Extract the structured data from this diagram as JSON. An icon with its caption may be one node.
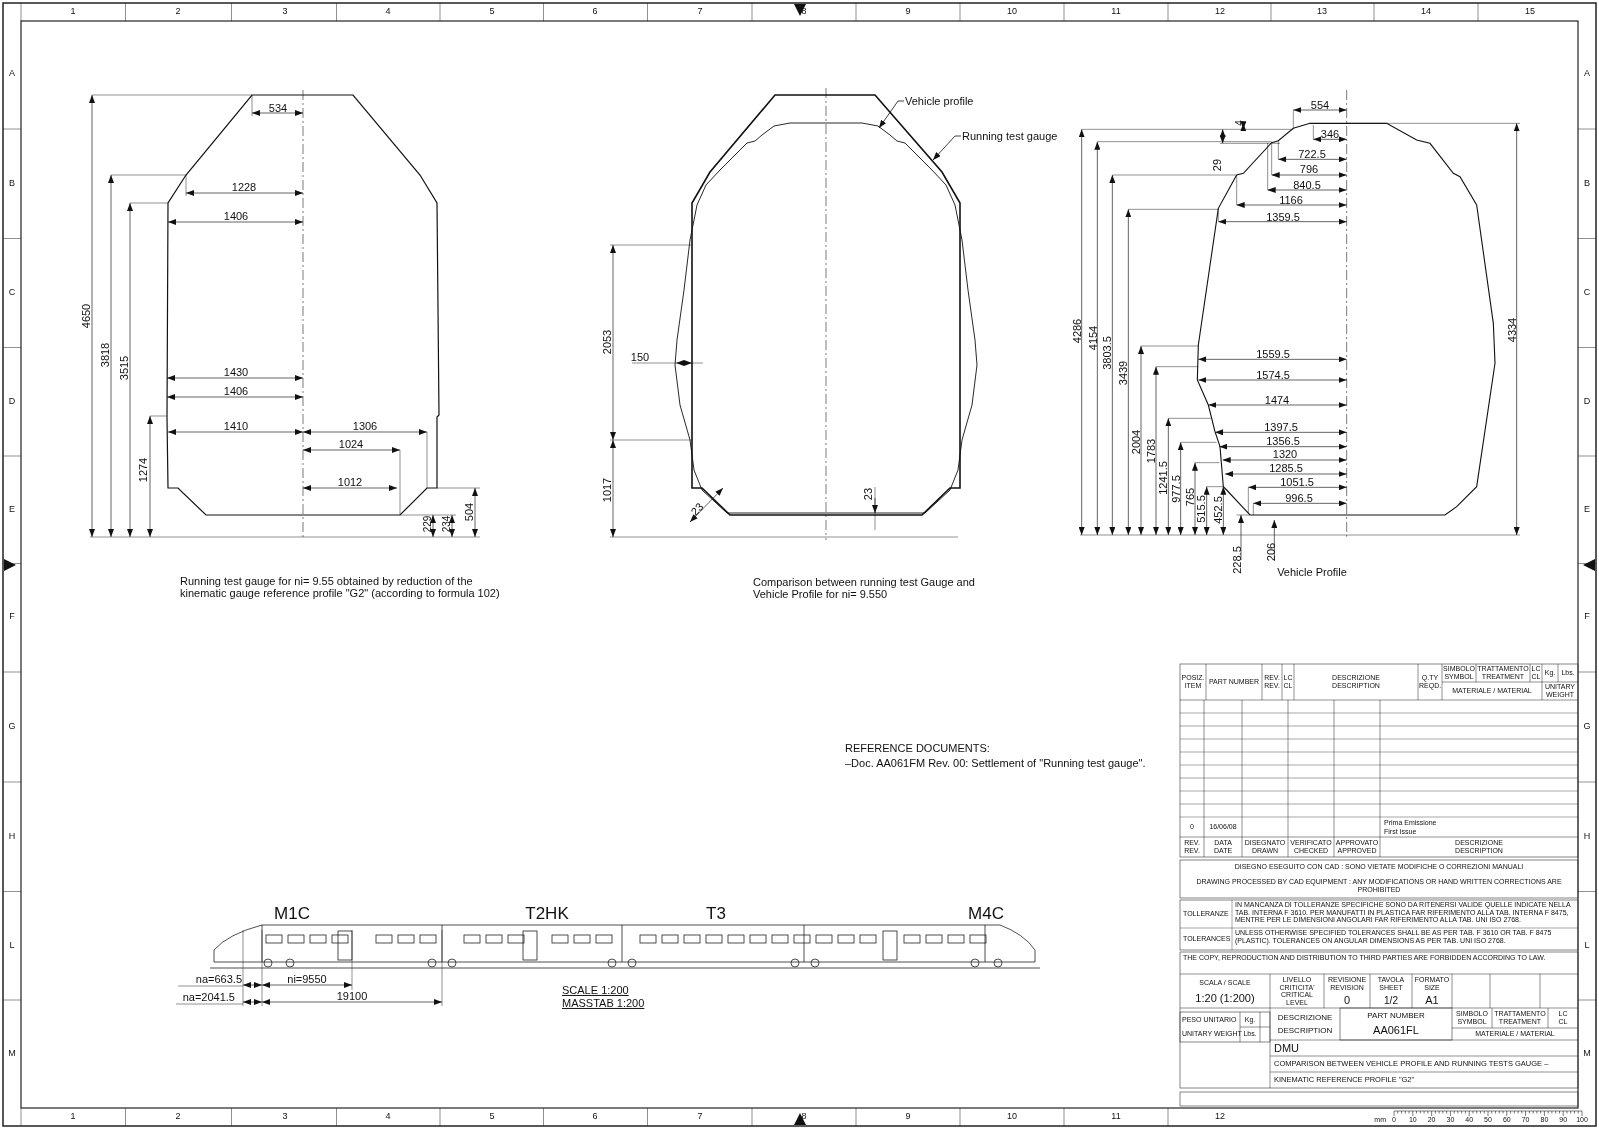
{
  "diagram": {
    "nodes": [
      {
        "text": [
          "Vehicle profile"
        ]
      },
      {
        "text": [
          "Running test gauge"
        ]
      },
      {
        "text": [],
        "shape": "picture"
      },
      {
        "text": [],
        "shape": "picture"
      }
    ],
    "edges": [
      {
        "from": 0,
        "to": 2,
        "arrow": "to"
      },
      {
        "from": 1,
        "to": 3,
        "arrow": "to"
      }
    ],
    "labels": [
      "534",
      "1228",
      "1406",
      "4650",
      "3818",
      "3515",
      "1430",
      "1406",
      "1410",
      "1306",
      "1024",
      "1274",
      "1012",
      "229",
      "234",
      "504",
      "Running test gauge for ni= 9.55 obtained by reduction of the kinematic gauge reference profile \"G2\" (according to formula 102)",
      "2053",
      "150",
      "1017",
      "23",
      "23",
      "Comparison between running test Gauge and Vehicle Profile for ni= 9.550",
      "554",
      "4",
      "346",
      "29",
      "722.5",
      "796",
      "840.5",
      "1166",
      "1359.5",
      "4286",
      "4154",
      "3803.5",
      "3439",
      "4334",
      "1559.5",
      "1574.5",
      "1474",
      "2004",
      "1783",
      "1397.5",
      "1356.5",
      "1320",
      "1285.5",
      "1241.5",
      "977.5",
      "1051.5",
      "765",
      "515.5",
      "452.5",
      "996.5",
      "228.5",
      "206",
      "Vehicle Profile",
      "REFERENCE DOCUMENTS:",
      "–Doc. AA061FM Rev. 00: Settlement of \"Running test gauge\".",
      "M1C",
      "T2HK",
      "T3",
      "M4C",
      "na=663.5",
      "ni=9550",
      "na=2041.5",
      "19100",
      "SCALE 1:200",
      "MASSTAB 1:200",
      "POSIZ. ITEM",
      "PART NUMBER",
      "REV. REV.",
      "LC CL",
      "DESCRIZIONE DESCRIPTION",
      "Q.TY REQD.",
      "SIMBOLO SYMBOL",
      "TRATTAMENTO TREATMENT",
      "LC CL",
      "Kg.",
      "Lbs.",
      "MATERIALE / MATERIAL",
      "UNITARY WEIGHT",
      "0",
      "16/06/08",
      "Prima Emissione",
      "First Issue",
      "REV. REV.",
      "DATA DATE",
      "DISEGNATO DRAWN",
      "VERIFICATO CHECKED",
      "APPROVATO APPROVED",
      "DESCRIZIONE DESCRIPTION",
      "DISEGNO ESEGUITO CON CAD : SONO VIETATE MODIFICHE O CORREZIONI MANUALI",
      "DRAWING PROCESSED BY CAD EQUIPMENT : ANY MODIFICATIONS OR HAND WRITTEN CORRECTIONS ARE PROHIBITED",
      "TOLLERANZE",
      "IN MANCANZA DI TOLLERANZE SPECIFICHE SONO DA RITENERSI VALIDE QUELLE INDICATE NELLA TAB. INTERNA F 3610. PER MANUFATTI IN PLASTICA FAR RIFERIMENTO ALLA TAB. INTERNA F 8475, MENTRE PER LE DIMENSIONI ANGOLARI FAR RIFERIMENTO ALLA TAB. UNI ISO 2768.",
      "TOLERANCES",
      "UNLESS OTHERWISE SPECIFIED TOLERANCES SHALL BE AS PER TAB. F 3610 OR TAB. F 8475 (PLASTIC). TOLERANCES ON ANGULAR DIMENSIONS AS PER TAB. UNI ISO 2768.",
      "THE COPY, REPRODUCTION AND DISTRIBUTION TO THIRD PARTIES ARE FORBIDDEN ACCORDING TO LAW.",
      "SCALA / SCALE",
      "1:20 (1:200)",
      "LIVELLO CRITICITA' CRITICAL LEVEL",
      "REVISIONE REVISION",
      "0",
      "TAVOLA SHEET",
      "1/2",
      "FORMATO SIZE",
      "A1",
      "PART NUMBER",
      "AA061FL",
      "DESCRIZIONE",
      "DESCRIPTION",
      "SIMBOLO SYMBOL",
      "TRATTAMENTO TREATMENT",
      "LC CL",
      "MATERIALE / MATERIAL",
      "PESO UNITARIO",
      "UNITARY WEIGHT",
      "Kg.",
      "Lbs.",
      "DMU",
      "COMPARISON BETWEEN VEHICLE PROFILE AND RUNNING TESTS GAUGE –",
      "KINEMATIC REFERENCE PROFILE \"G2\"",
      "mm",
      "0",
      "10",
      "20",
      "30",
      "40",
      "50",
      "60",
      "70",
      "80",
      "90",
      "100",
      "1",
      "2",
      "3",
      "4",
      "5",
      "6",
      "7",
      "8",
      "9",
      "10",
      "11",
      "12",
      "13",
      "14",
      "15",
      "1",
      "2",
      "3",
      "4",
      "5",
      "6",
      "7",
      "8",
      "9",
      "10",
      "11",
      "12",
      "A",
      "B",
      "C",
      "D",
      "E",
      "F",
      "G",
      "H",
      "L",
      "M",
      "A",
      "B",
      "C",
      "D",
      "E",
      "F",
      "G",
      "H",
      "L",
      "M"
    ]
  }
}
